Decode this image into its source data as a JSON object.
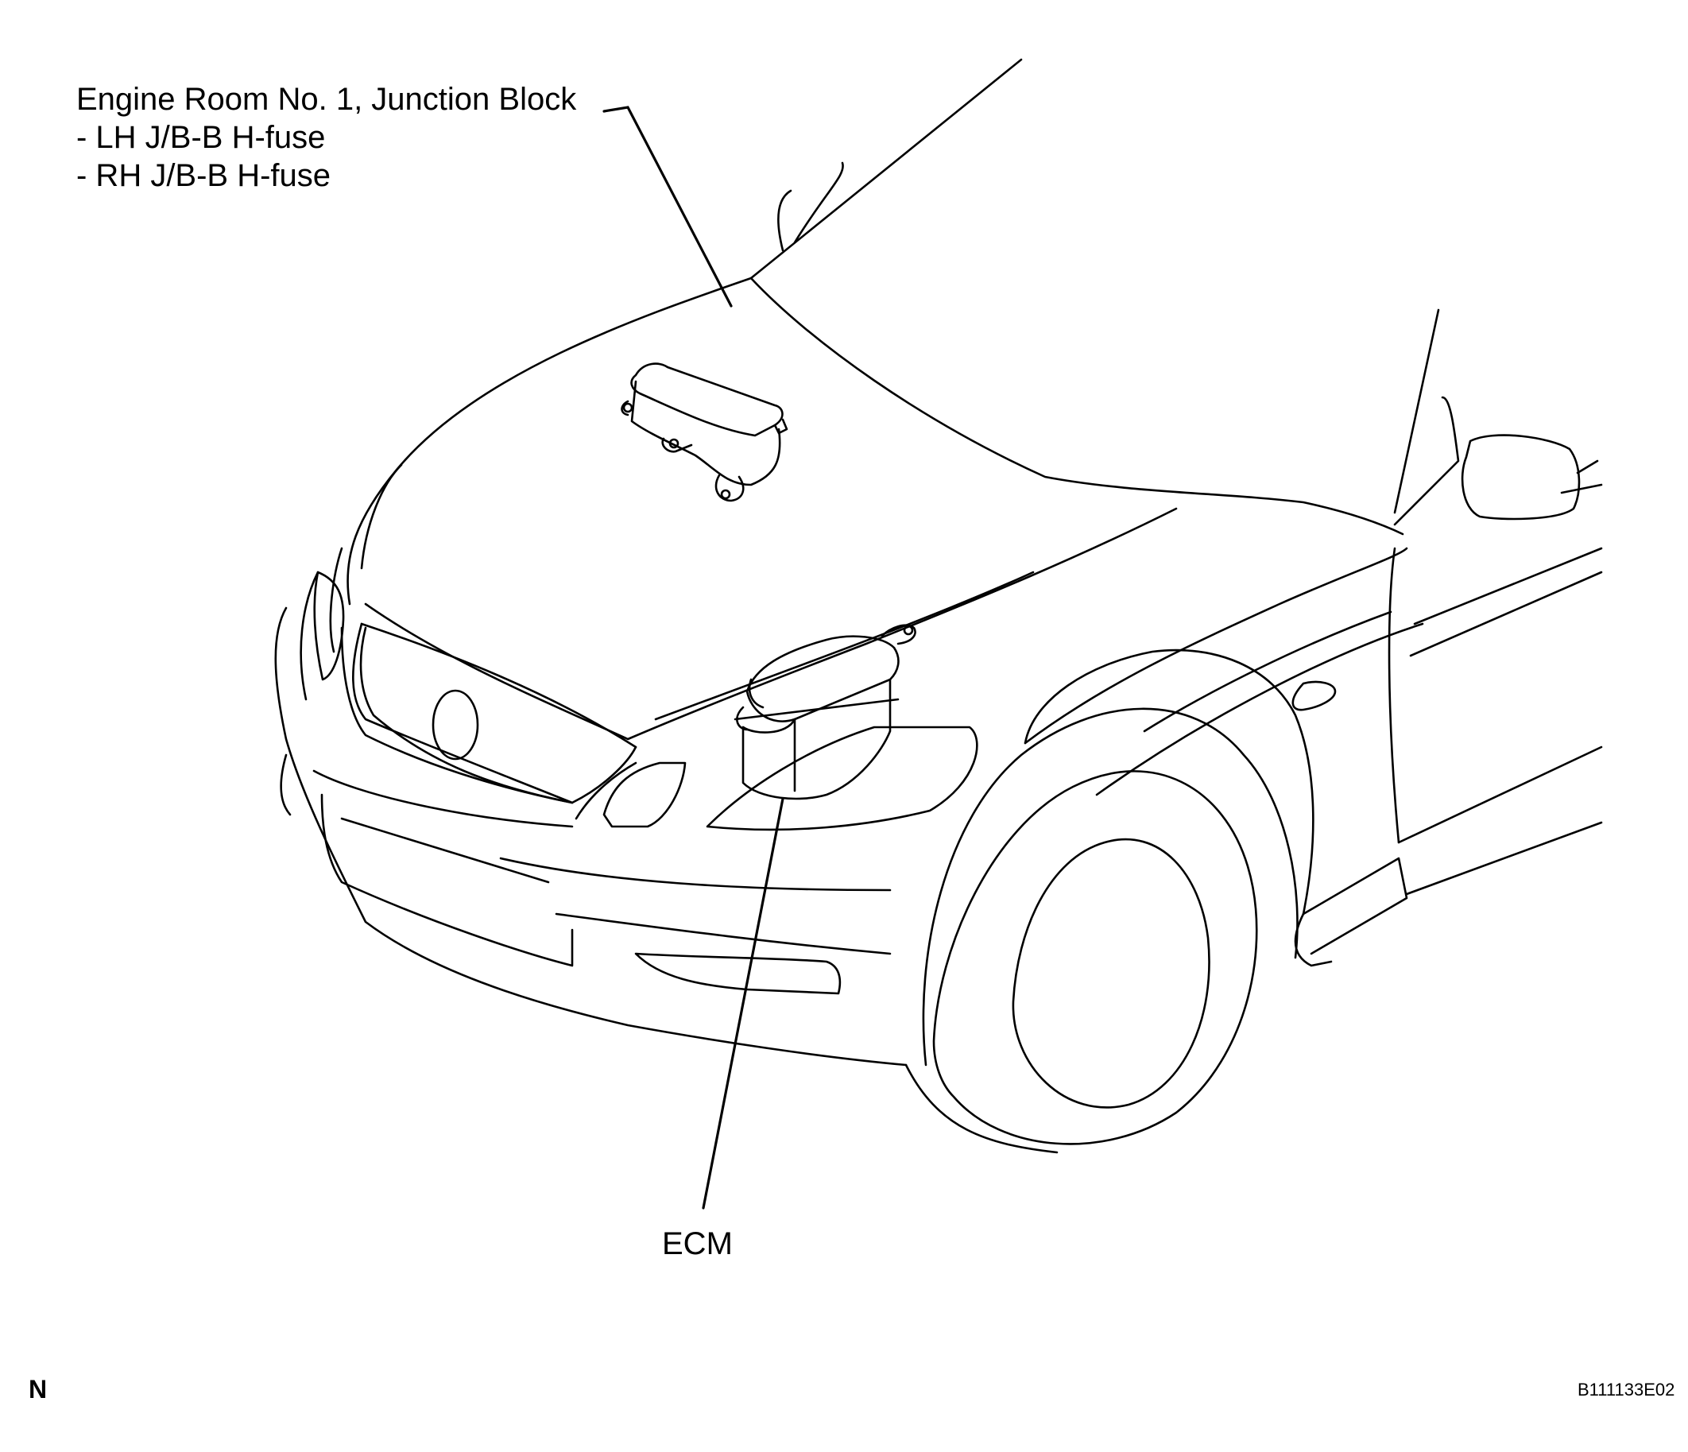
{
  "callouts": {
    "junction_block": {
      "title": "Engine Room No. 1, Junction Block",
      "items": [
        "- LH J/B-B H-fuse",
        "- RH J/B-B H-fuse"
      ]
    },
    "ecm": "ECM"
  },
  "corner_mark": "N",
  "figure_id": "B111133E02"
}
